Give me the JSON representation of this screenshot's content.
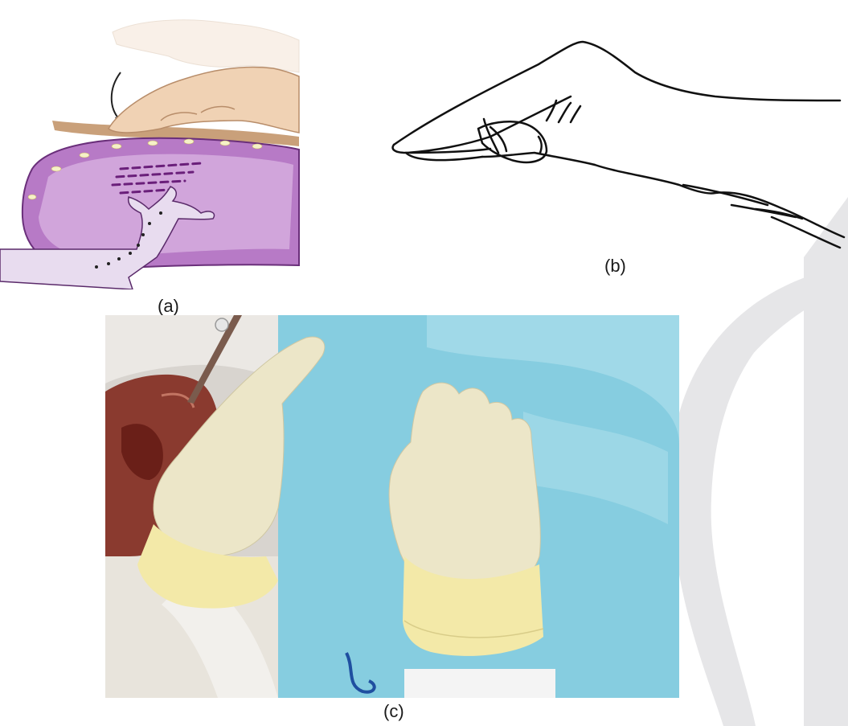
{
  "figure": {
    "panels": [
      {
        "id": "a",
        "label": "(a)",
        "content": "illustration"
      },
      {
        "id": "b",
        "label": "(b)",
        "content": "line-drawing"
      },
      {
        "id": "c",
        "label": "(c)",
        "content": "photograph"
      }
    ]
  },
  "colors": {
    "watermark": "#e6e6e8",
    "tissue_purple": "#b77ac6",
    "tissue_purple_light": "#e7c8ec",
    "skin": "#f0d7c0",
    "line_art": "#111111",
    "drape_blue": "#8fd0e2",
    "glove": "#ece6c8",
    "glove_cuff": "#f3e9a8"
  }
}
